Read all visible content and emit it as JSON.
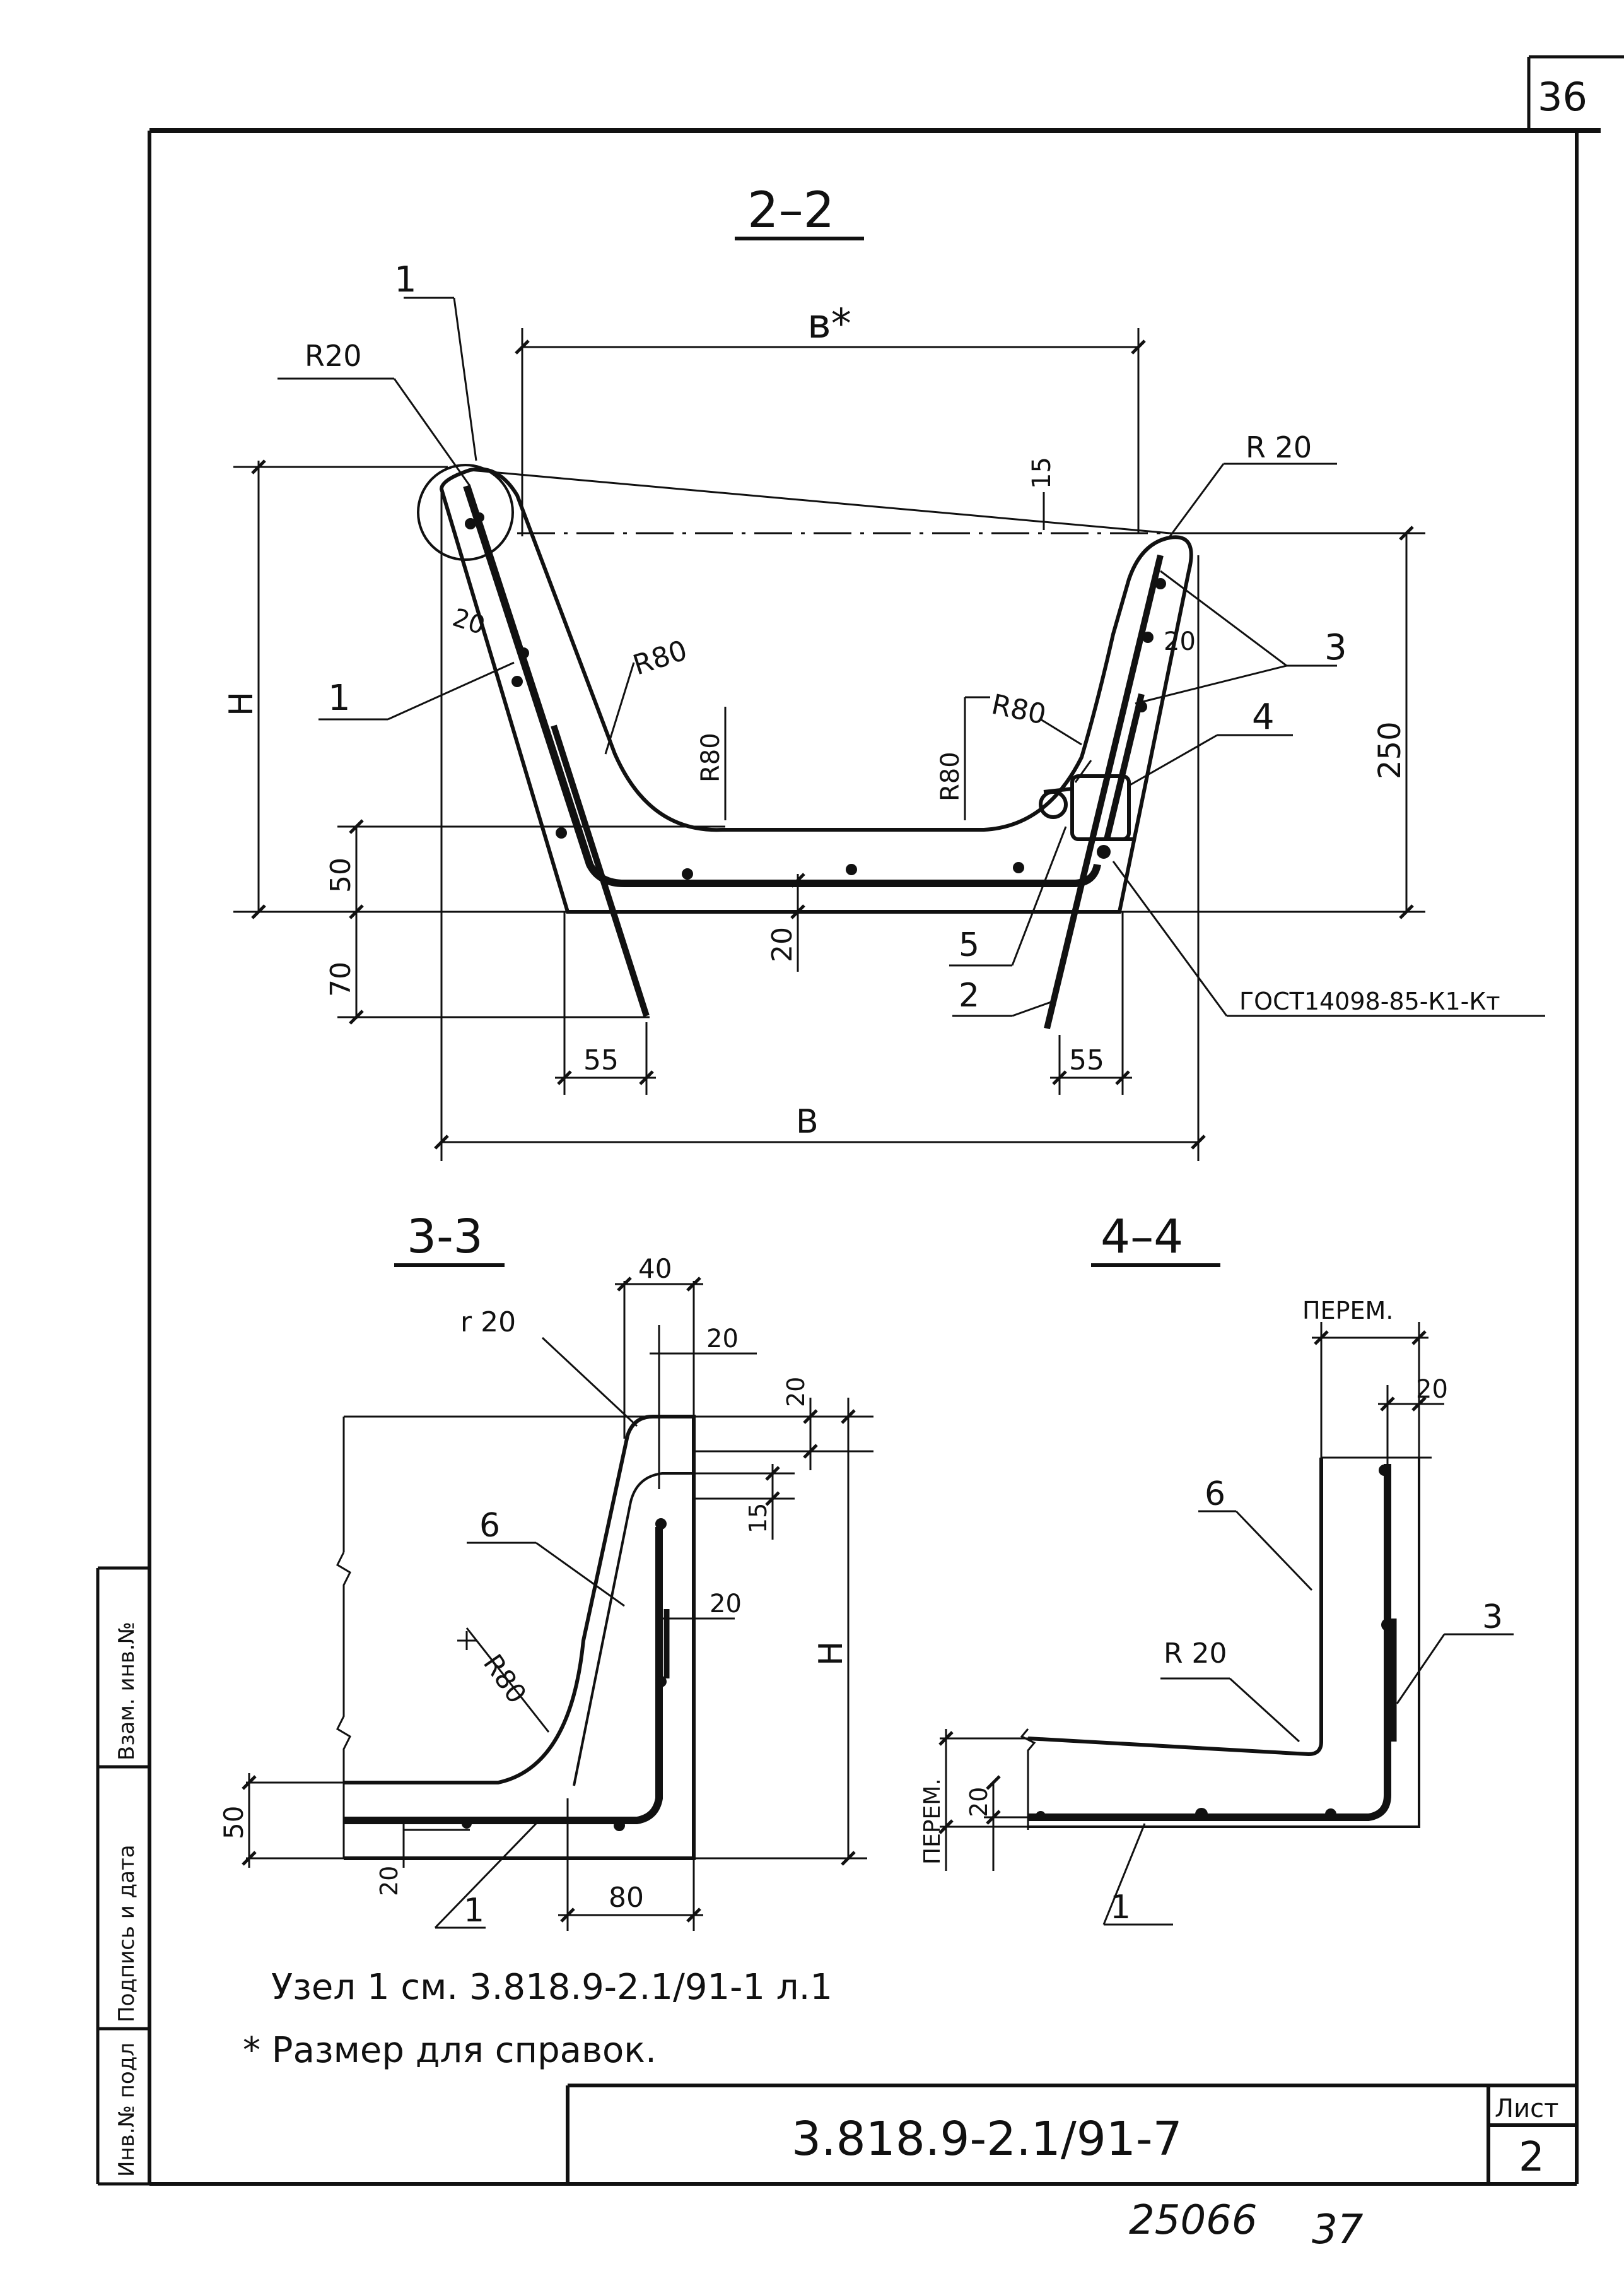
{
  "sheet": {
    "page_number": "36",
    "doc_code": "3.818.9-2.1/91-7",
    "sheet_label": "Лист",
    "sheet_number": "2",
    "bottom_number_1": "25066",
    "bottom_number_2": "37"
  },
  "side_stamp": {
    "col1": "Инв.№ подл",
    "col2": "Подпись и дата",
    "col3": "Взам. инв.№"
  },
  "section_2_2": {
    "title": "2–2",
    "dims": {
      "b_star": "в*",
      "b_total": "В",
      "h": "Н",
      "h_250": "250",
      "d50": "50",
      "d70": "70",
      "d20_bottom": "20",
      "d20_left": "20",
      "d20_right": "20",
      "d15": "15",
      "d55_left": "55",
      "d55_right": "55",
      "r20_left": "R20",
      "r20_right": "R 20",
      "r80_1": "R80",
      "r80_2": "R80",
      "r80_3": "R80",
      "r80_4": "R80"
    },
    "callouts": {
      "c1_top": "1",
      "c1_mid": "1",
      "c2": "2",
      "c3": "3",
      "c4": "4",
      "c5": "5",
      "gost": "ГОСТ14098-85-К1-Кт"
    }
  },
  "section_3_3": {
    "title": "3-3",
    "dims": {
      "d40": "40",
      "r20": "r 20",
      "d20_a": "20",
      "d20_b": "20",
      "d15": "15",
      "d20_c": "20",
      "h": "Н",
      "r80": "R80",
      "d50": "50",
      "d20_d": "20",
      "d80": "80"
    },
    "callouts": {
      "c6": "6",
      "c1": "1"
    }
  },
  "section_4_4": {
    "title": "4–4",
    "dims": {
      "perem_top": "ПЕРЕМ.",
      "d20_top": "20",
      "r20": "R 20",
      "perem_side": "ПЕРЕМ.",
      "d20_side": "20"
    },
    "callouts": {
      "c6": "6",
      "c3": "3",
      "c1": "1"
    }
  },
  "notes": {
    "note1": "Узел 1 см. 3.818.9-2.1/91-1 л.1",
    "note2": "* Размер для справок."
  }
}
